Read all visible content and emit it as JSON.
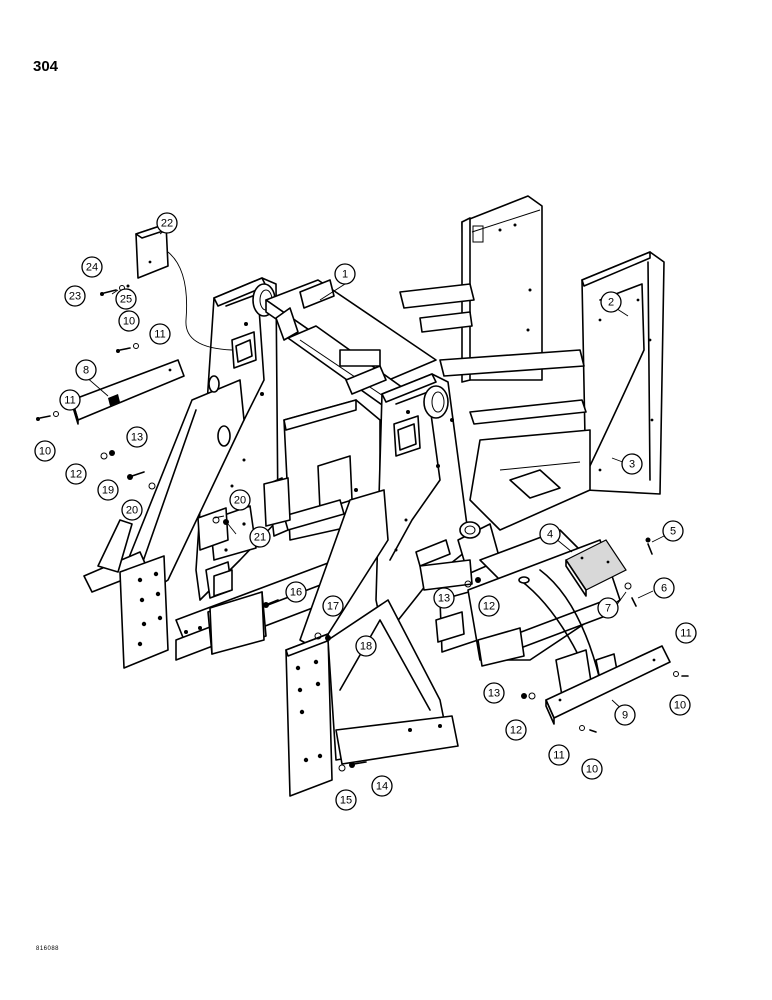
{
  "page": {
    "number": "304",
    "figure_code": "816088"
  },
  "callouts": [
    {
      "id": "c1",
      "label": "1"
    },
    {
      "id": "c2",
      "label": "2"
    },
    {
      "id": "c3",
      "label": "3"
    },
    {
      "id": "c4",
      "label": "4"
    },
    {
      "id": "c5",
      "label": "5"
    },
    {
      "id": "c6",
      "label": "6"
    },
    {
      "id": "c7",
      "label": "7"
    },
    {
      "id": "c8",
      "label": "8"
    },
    {
      "id": "c9",
      "label": "9"
    },
    {
      "id": "c10a",
      "label": "10"
    },
    {
      "id": "c10b",
      "label": "10"
    },
    {
      "id": "c10c",
      "label": "10"
    },
    {
      "id": "c10d",
      "label": "10"
    },
    {
      "id": "c11a",
      "label": "11"
    },
    {
      "id": "c11b",
      "label": "11"
    },
    {
      "id": "c11c",
      "label": "11"
    },
    {
      "id": "c11d",
      "label": "11"
    },
    {
      "id": "c12a",
      "label": "12"
    },
    {
      "id": "c12b",
      "label": "12"
    },
    {
      "id": "c12c",
      "label": "12"
    },
    {
      "id": "c13a",
      "label": "13"
    },
    {
      "id": "c13b",
      "label": "13"
    },
    {
      "id": "c13c",
      "label": "13"
    },
    {
      "id": "c14",
      "label": "14"
    },
    {
      "id": "c15",
      "label": "15"
    },
    {
      "id": "c16",
      "label": "16"
    },
    {
      "id": "c17",
      "label": "17"
    },
    {
      "id": "c18",
      "label": "18"
    },
    {
      "id": "c19",
      "label": "19"
    },
    {
      "id": "c20a",
      "label": "20"
    },
    {
      "id": "c20b",
      "label": "20"
    },
    {
      "id": "c21",
      "label": "21"
    },
    {
      "id": "c22",
      "label": "22"
    },
    {
      "id": "c23",
      "label": "23"
    },
    {
      "id": "c24",
      "label": "24"
    },
    {
      "id": "c25",
      "label": "25"
    }
  ]
}
